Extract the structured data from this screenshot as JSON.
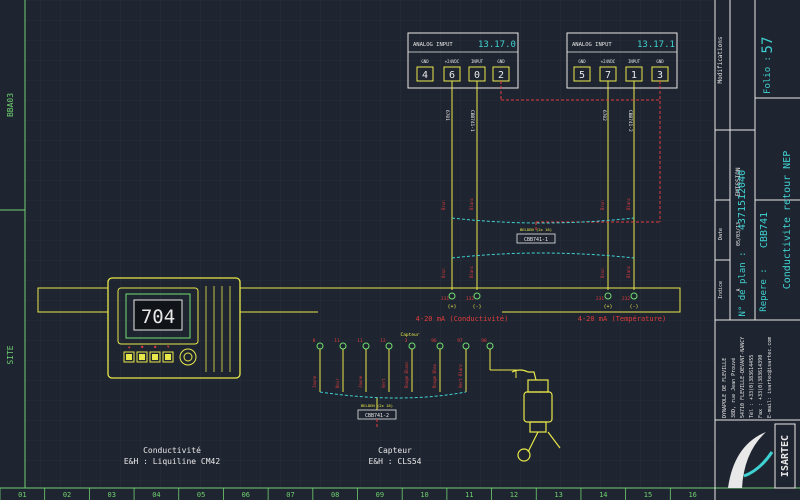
{
  "left_band": {
    "top_label": "BBA03",
    "bottom_label": "SITE"
  },
  "bottom_ruler": [
    "01",
    "02",
    "03",
    "04",
    "05",
    "06",
    "07",
    "08",
    "09",
    "10",
    "11",
    "12",
    "13",
    "14",
    "15",
    "16"
  ],
  "analog_inputs": [
    {
      "title": "ANALOG INPUT",
      "number": "13.17.0",
      "col_labels": [
        "GND",
        "+24VDC",
        "INPUT",
        "GND"
      ],
      "terminals": [
        "4",
        "6",
        "0",
        "2"
      ],
      "wire_labels": [
        "6701",
        "CBB741-1"
      ]
    },
    {
      "title": "ANALOG INPUT",
      "number": "13.17.1",
      "col_labels": [
        "GND",
        "+24VDC",
        "INPUT",
        "GND"
      ],
      "terminals": [
        "5",
        "7",
        "1",
        "3"
      ],
      "wire_labels": [
        "6702",
        "CBB741-2"
      ]
    }
  ],
  "cables": {
    "upper_label": "CBB741-1",
    "upper_caption": "BELDEN (2x 18)",
    "lower_label": "CBB741-2",
    "lower_caption": "BELDEN (2x 18)"
  },
  "outputs": [
    {
      "label": "4-20 mA (Conductivité)",
      "terminals": [
        "131",
        "132"
      ],
      "signs": [
        "(+)",
        "(-)"
      ]
    },
    {
      "label": "4-20 mA (Température)",
      "terminals": [
        "231",
        "232"
      ],
      "signs": [
        "(+)",
        "(-)"
      ]
    }
  ],
  "sensor_terminals": [
    "8",
    "11",
    "11",
    "12",
    "3",
    "96",
    "97",
    "98",
    "Capteur"
  ],
  "display_value": "704",
  "transmitter": {
    "name": "Conductivité",
    "model": "E&H : Liquiline CM42"
  },
  "sensor": {
    "name": "Capteur",
    "model": "E&H : CLS54"
  },
  "title_block": {
    "modifications": "Modifications",
    "folio_label": "Folio :",
    "folio": "57",
    "emission": "EMISSION",
    "date_label": "Date",
    "date": "05/03/13",
    "indice_label": "Indice",
    "indice": "A",
    "plan_label": "N° de plan :",
    "plan_number": "4371512040",
    "repere_label": "Repere :",
    "repere": "CBB741",
    "description": "Conductivite retour NEP",
    "company": [
      "DYNAPOLE DE FLEVILLE",
      "38D, rue Jean Prouvé",
      "54710 FLEVILLE-DEVANT-NANCY",
      "Tél : +33(0)383614455",
      "Fax : +33(0)383614390",
      "E-mail: isartec@isartec.com"
    ],
    "logo": "ISARTEC"
  },
  "colors": {
    "background": "#1f2530",
    "frame": "#6fd06f",
    "wire_yellow": "#e8e84a",
    "wire_cyan": "#3fd2d2",
    "wire_red": "#e03c3c",
    "text_white": "#e8e8e8",
    "terminal_green": "#70e070"
  }
}
